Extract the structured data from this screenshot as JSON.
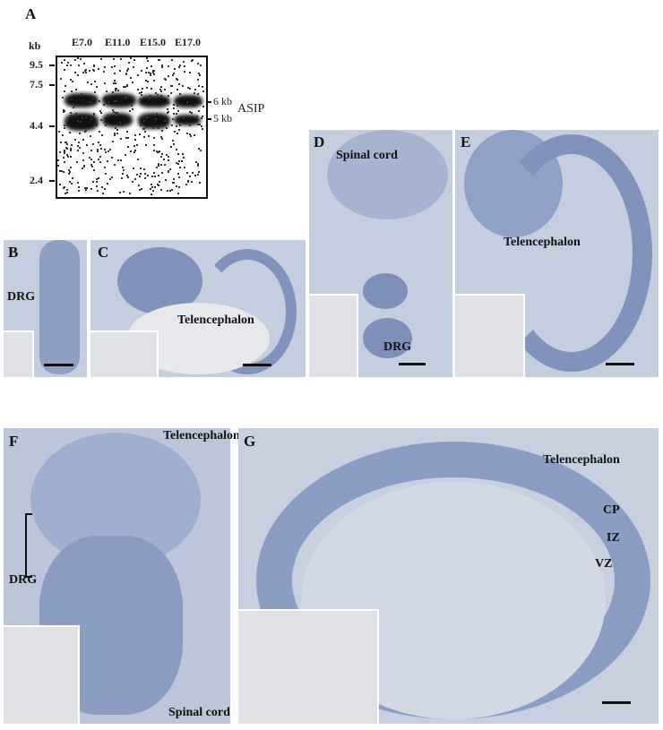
{
  "panel_a": {
    "label": "A",
    "unit": "kb",
    "lanes": [
      "E7.0",
      "E11.0",
      "E15.0",
      "E17.0"
    ],
    "markers": [
      "9.5",
      "7.5",
      "4.4",
      "2.4"
    ],
    "bands": [
      "6 kb",
      "5 kb"
    ],
    "gene": "ASIP"
  },
  "panel_b": {
    "label": "B",
    "annotation": "DRG"
  },
  "panel_c": {
    "label": "C",
    "annotation": "Telencephalon"
  },
  "panel_d": {
    "label": "D",
    "annotations": [
      "Spinal cord",
      "DRG"
    ]
  },
  "panel_e": {
    "label": "E",
    "annotation": "Telencephalon"
  },
  "panel_f": {
    "label": "F",
    "annotations": [
      "Telencephalon",
      "DRG",
      "Spinal cord"
    ]
  },
  "panel_g": {
    "label": "G",
    "annotations": [
      "Telencephalon",
      "CP",
      "IZ",
      "VZ"
    ]
  }
}
